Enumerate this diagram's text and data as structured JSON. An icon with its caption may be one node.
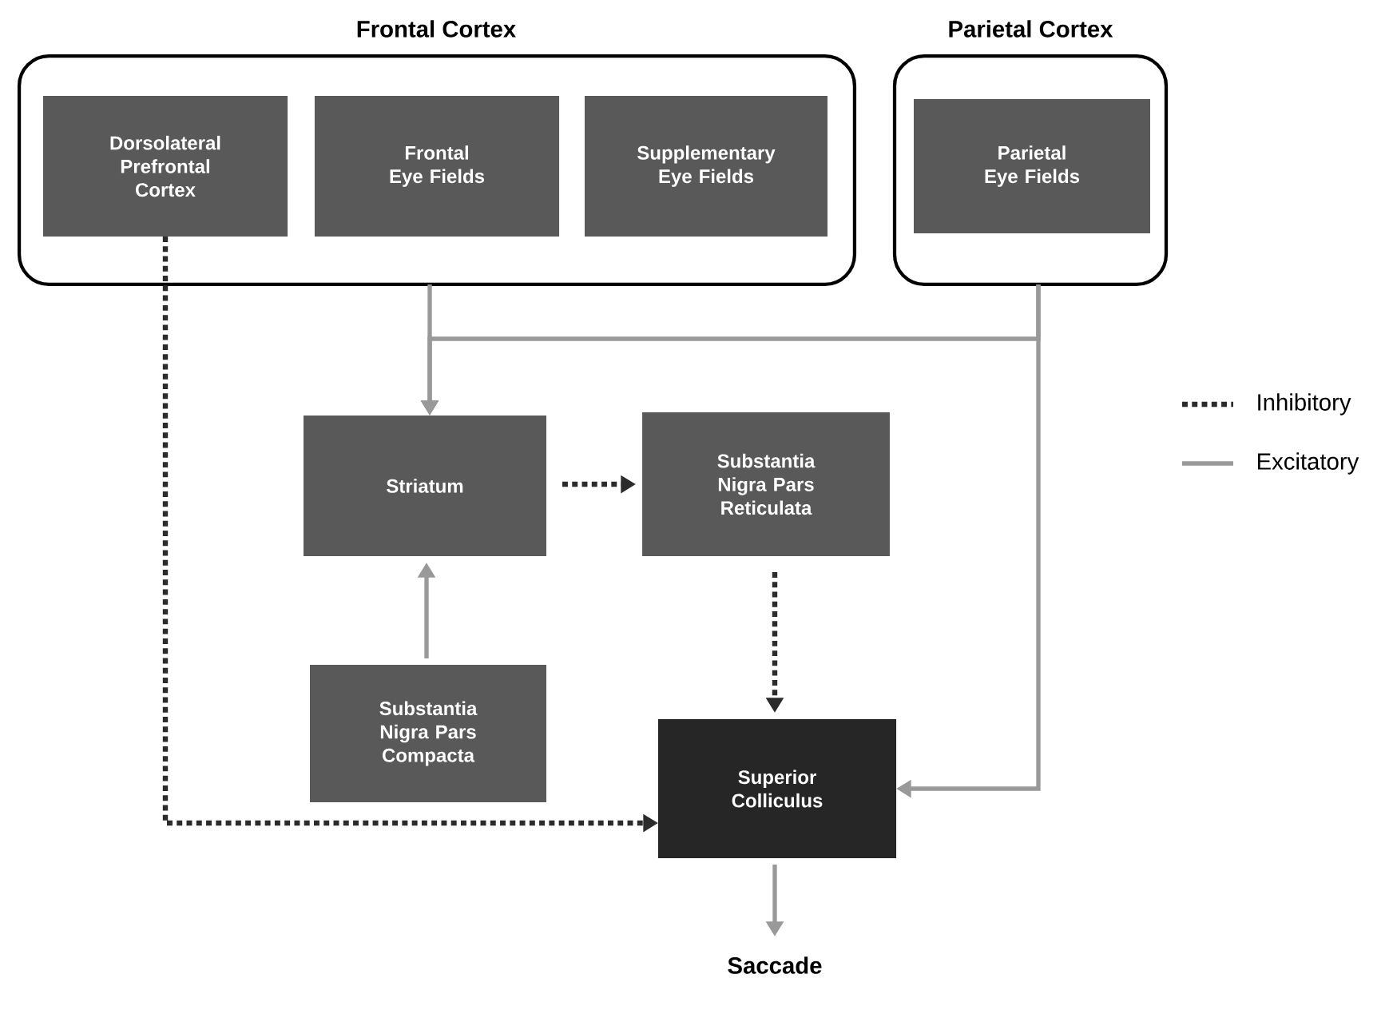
{
  "diagram": {
    "nodes": [
      {
        "text": [
          "Frontal Cortex"
        ]
      },
      {
        "text": [
          "Dorsolateral Prefrontal Cortex"
        ],
        "in": 0
      },
      {
        "text": [
          "Frontal Eye Fields"
        ],
        "in": 0
      },
      {
        "text": [
          "Supplementary Eye Fields"
        ],
        "in": 0
      },
      {
        "text": [
          "Parietal Cortex"
        ]
      },
      {
        "text": [
          "Parietal Eye Fields"
        ],
        "in": 4
      },
      {
        "text": [
          "Striatum"
        ]
      },
      {
        "text": [
          "Substantia Nigra Pars Reticulata"
        ]
      },
      {
        "text": [
          "Substantia Nigra Pars Compacta"
        ]
      },
      {
        "text": [
          "Superior Colliculus"
        ]
      },
      {
        "text": [
          "Saccade"
        ]
      }
    ],
    "edges": [
      {
        "from": 0,
        "to": 6,
        "arrow": "to"
      },
      {
        "from": 4,
        "to": 6,
        "arrow": "to"
      },
      {
        "from": 4,
        "to": 9,
        "arrow": "to"
      },
      {
        "from": 1,
        "to": 9,
        "arrow": "to",
        "style": "dashed",
        "color": "#2b2b2b"
      },
      {
        "from": 6,
        "to": 7,
        "arrow": "to",
        "style": "dashed",
        "color": "#2b2b2b"
      },
      {
        "from": 7,
        "to": 9,
        "arrow": "to",
        "style": "dashed",
        "color": "#2b2b2b"
      },
      {
        "from": 8,
        "to": 6,
        "arrow": "to"
      },
      {
        "from": 9,
        "to": 10,
        "arrow": "to"
      }
    ],
    "legend": [
      {
        "text": "Inhibitory"
      },
      {
        "text": "Excitatory"
      }
    ]
  }
}
